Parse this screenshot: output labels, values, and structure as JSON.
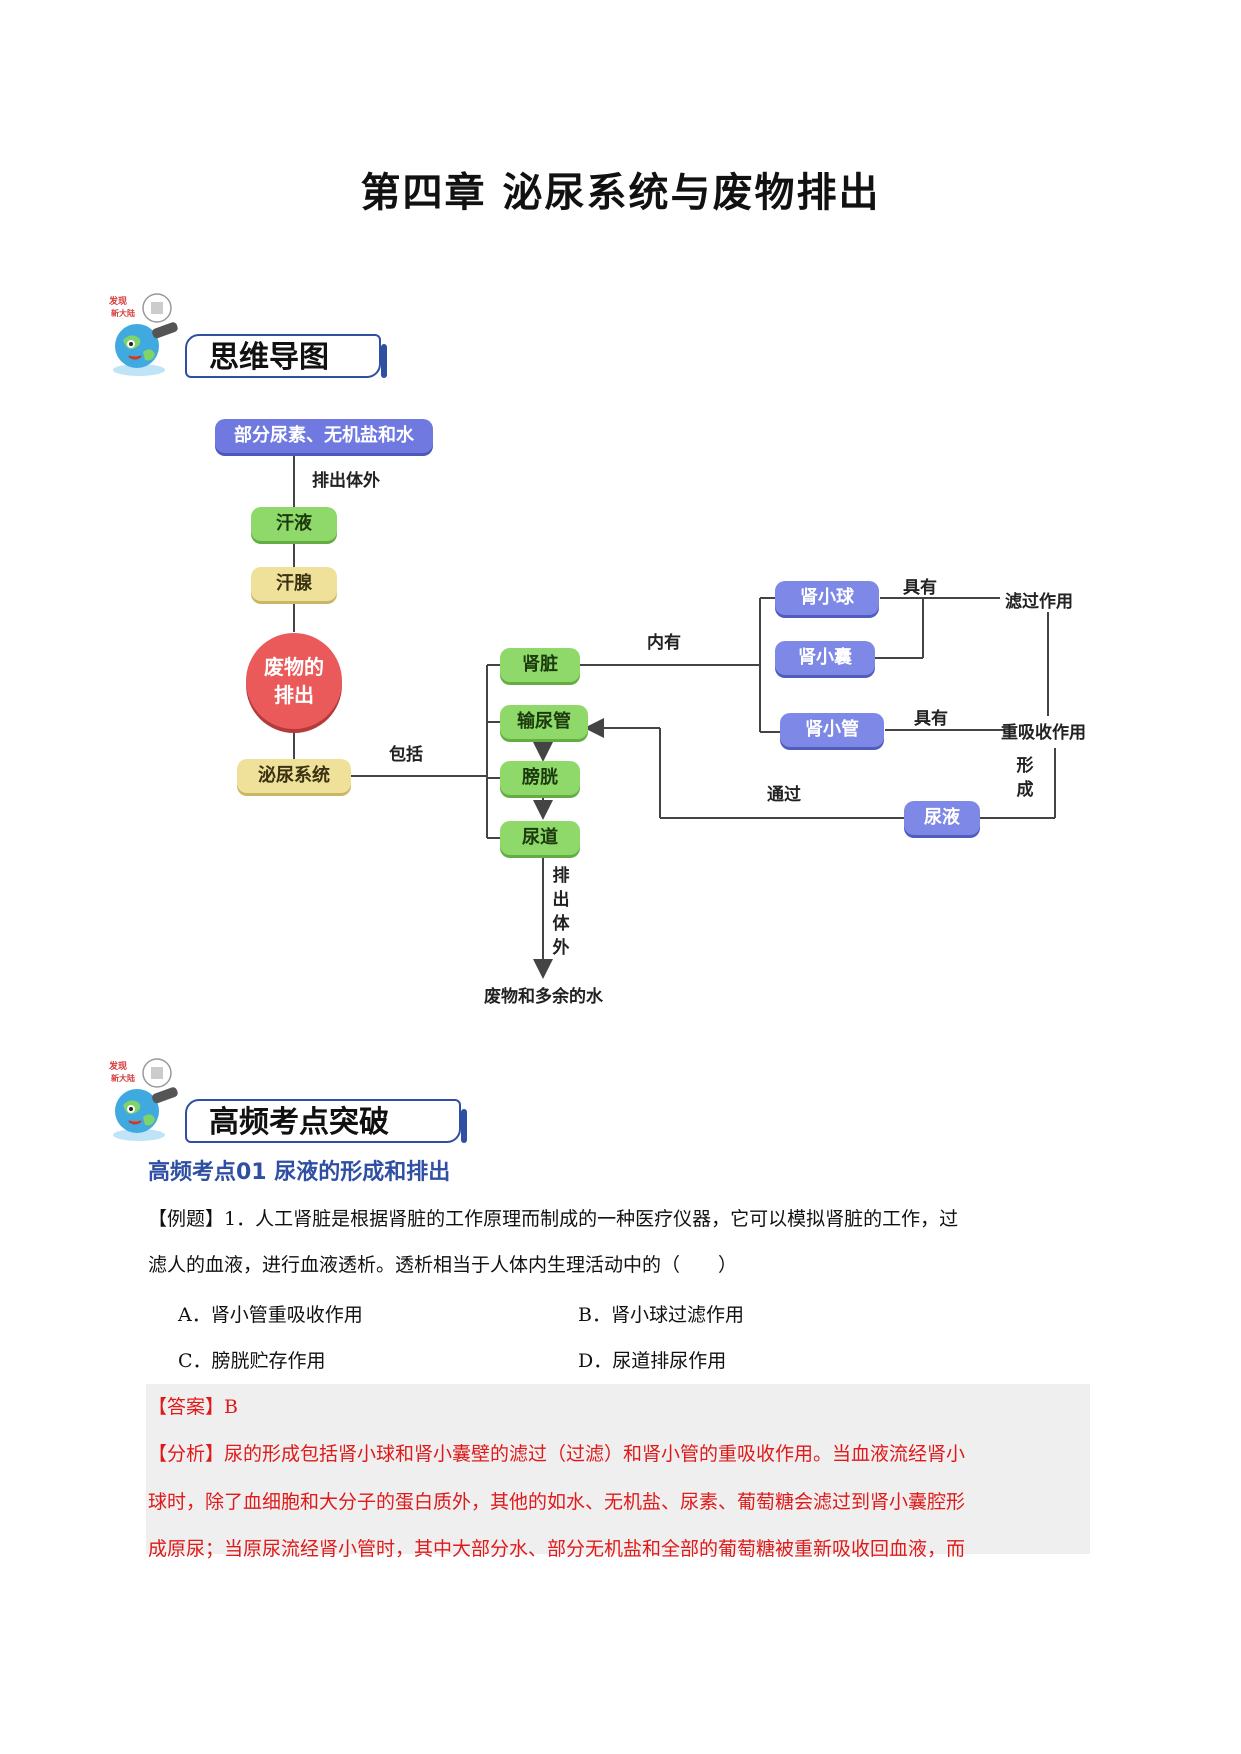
{
  "title": "第四章  泌尿系统与废物排出",
  "sections": {
    "mindmap_header": "思维导图",
    "highfreq_header": "高频考点突破"
  },
  "mindmap": {
    "top_node": "部分尿素、无机盐和水",
    "excrete_label": "排出体外",
    "sweat": "汗液",
    "sweat_gland": "汗腺",
    "center": "废物的排出",
    "urinary_system": "泌尿系统",
    "include_label": "包括",
    "kidney": "肾脏",
    "ureter": "输尿管",
    "bladder": "膀胱",
    "urethra": "尿道",
    "contains_label": "内有",
    "glomerulus": "肾小球",
    "capsule": "肾小囊",
    "tubule": "肾小管",
    "has_label_1": "具有",
    "has_label_2": "具有",
    "filtration": "滤过作用",
    "reabsorption": "重吸收作用",
    "form_label": "形成",
    "urine": "尿液",
    "through_label": "通过",
    "excrete_label_2": "排出体外",
    "waste_water": "废物和多余的水"
  },
  "question": {
    "subhead": "高频考点01 尿液的形成和排出",
    "stem_line1": "【例题】1．人工肾脏是根据肾脏的工作原理而制成的一种医疗仪器，它可以模拟肾脏的工作，过",
    "stem_line2": "滤人的血液，进行血液透析。透析相当于人体内生理活动中的（　　）",
    "options": {
      "A": "A．肾小管重吸收作用",
      "B": "B．肾小球过滤作用",
      "C": "C．膀胱贮存作用",
      "D": "D．尿道排尿作用"
    },
    "answer": "【答案】B",
    "analysis_line1": "【分析】尿的形成包括肾小球和肾小囊壁的滤过（过滤）和肾小管的重吸收作用。当血液流经肾小",
    "analysis_line2": "球时，除了血细胞和大分子的蛋白质外，其他的如水、无机盐、尿素、葡萄糖会滤过到肾小囊腔形",
    "analysis_line3": "成原尿；当原尿流经肾小管时，其中大部分水、部分无机盐和全部的葡萄糖被重新吸收回血液，而"
  }
}
